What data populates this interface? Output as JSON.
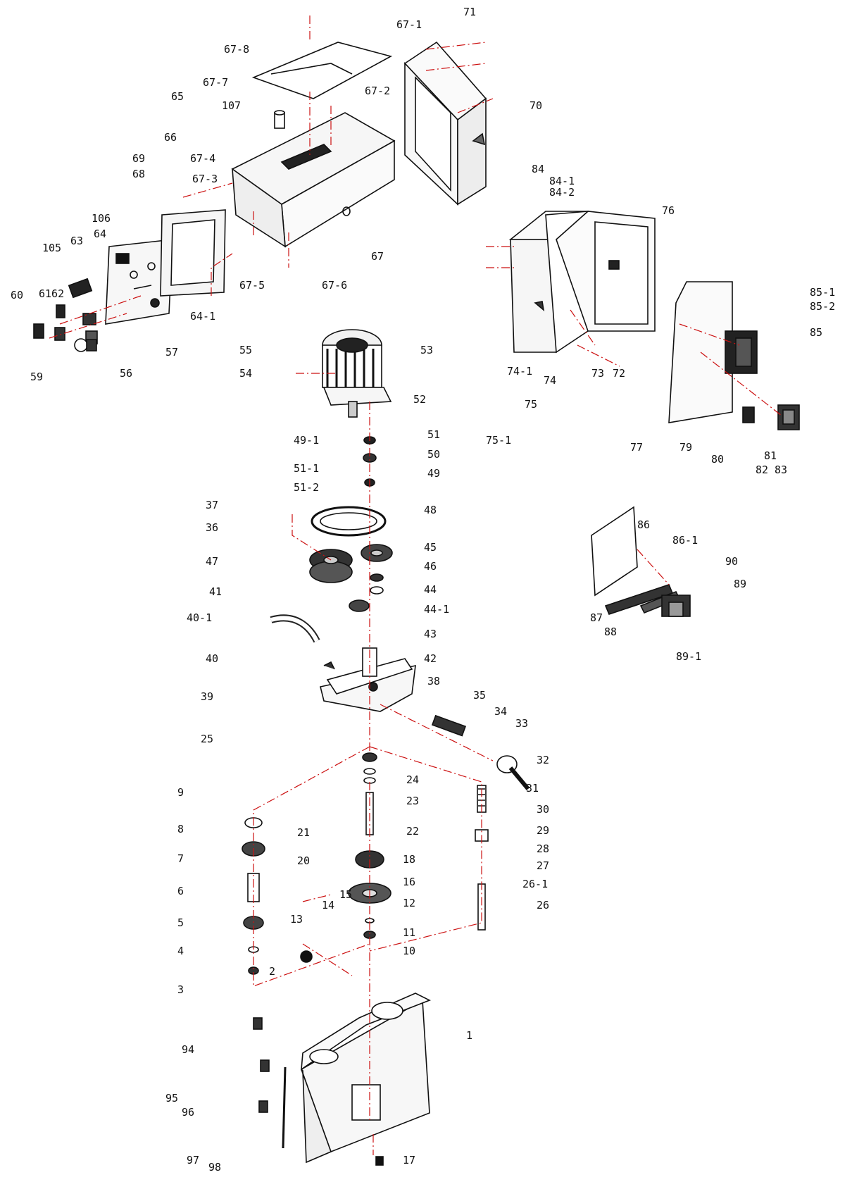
{
  "colors": {
    "ink": "#111111",
    "leader": "#cc1111",
    "part_fill": "#f3f3f3",
    "part_dark": "#222222"
  },
  "labels": {
    "p1": "1",
    "p2": "2",
    "p3": "3",
    "p4": "4",
    "p5": "5",
    "p6": "6",
    "p7": "7",
    "p8": "8",
    "p9": "9",
    "p10": "10",
    "p11": "11",
    "p12": "12",
    "p13": "13",
    "p14": "14",
    "p15": "15",
    "p16": "16",
    "p17": "17",
    "p18": "18",
    "p20": "20",
    "p21": "21",
    "p22": "22",
    "p23": "23",
    "p24": "24",
    "p25": "25",
    "p26": "26",
    "p26_1": "26-1",
    "p27": "27",
    "p28": "28",
    "p29": "29",
    "p30": "30",
    "p31": "31",
    "p32": "32",
    "p33": "33",
    "p34": "34",
    "p35": "35",
    "p36": "36",
    "p37": "37",
    "p38": "38",
    "p39": "39",
    "p40": "40",
    "p40_1": "40-1",
    "p41": "41",
    "p42": "42",
    "p43": "43",
    "p44": "44",
    "p44_1": "44-1",
    "p45": "45",
    "p46": "46",
    "p47": "47",
    "p48": "48",
    "p49": "49",
    "p49_1": "49-1",
    "p50": "50",
    "p51": "51",
    "p51_1": "51-1",
    "p51_2": "51-2",
    "p52": "52",
    "p53": "53",
    "p54": "54",
    "p55": "55",
    "p56": "56",
    "p57": "57",
    "p59": "59",
    "p60": "60",
    "p6162": "6162",
    "p63": "63",
    "p64": "64",
    "p64_1": "64-1",
    "p65": "65",
    "p66": "66",
    "p67": "67",
    "p67_1": "67-1",
    "p67_2": "67-2",
    "p67_3": "67-3",
    "p67_4": "67-4",
    "p67_5": "67-5",
    "p67_6": "67-6",
    "p67_7": "67-7",
    "p67_8": "67-8",
    "p68": "68",
    "p69": "69",
    "p70": "70",
    "p71": "71",
    "p72": "72",
    "p73": "73",
    "p74": "74",
    "p74_1": "74-1",
    "p75": "75",
    "p75_1": "75-1",
    "p76": "76",
    "p77": "77",
    "p79": "79",
    "p80": "80",
    "p81": "81",
    "p82": "82",
    "p83": "83",
    "p84": "84",
    "p84_1": "84-1",
    "p84_2": "84-2",
    "p85": "85",
    "p85_1": "85-1",
    "p85_2": "85-2",
    "p86": "86",
    "p86_1": "86-1",
    "p87": "87",
    "p88": "88",
    "p89": "89",
    "p89_1": "89-1",
    "p90": "90",
    "p94": "94",
    "p95": "95",
    "p96": "96",
    "p97": "97",
    "p98": "98",
    "p105": "105",
    "p106": "106",
    "p107": "107"
  }
}
